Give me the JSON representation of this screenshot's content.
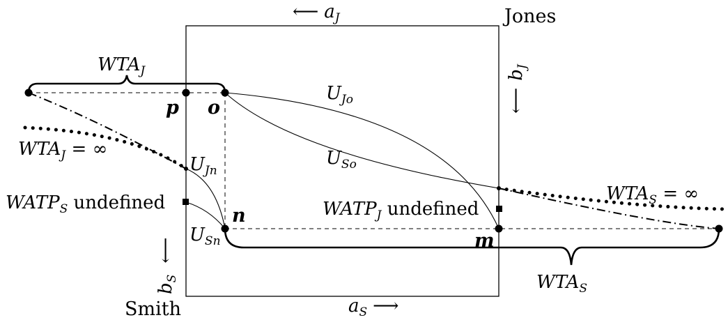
{
  "diagram": {
    "labels": {
      "jones": "Jones",
      "smith": "Smith",
      "a_j_arrow": "⟵",
      "a_j": "a",
      "a_j_sub": "J",
      "a_s": "a",
      "a_s_sub": "S",
      "a_s_arrow": "⟶",
      "b_j_arrow": "⟵",
      "b_j": "b",
      "b_j_sub": "J",
      "b_s_arrow": "⟵",
      "b_s": "b",
      "b_s_sub": "S",
      "wta_j": "WTA",
      "wta_j_sub": "J",
      "wta_s": "WTA",
      "wta_s_sub": "S",
      "wta_j_inf": "WTA",
      "wta_j_inf_sub": "J",
      "wta_j_inf_tail": " = ∞",
      "wta_s_inf": "WTA",
      "wta_s_inf_sub": "S",
      "wta_s_inf_tail": " = ∞",
      "watp_s": "WATP",
      "watp_s_sub": "S",
      "watp_s_tail": " undefined",
      "watp_j": "WATP",
      "watp_j_sub": "J",
      "watp_j_tail": " undefined",
      "u_jo": "U",
      "u_jo_sub": "Jo",
      "u_so": "U",
      "u_so_sub": "So",
      "u_jn": "U",
      "u_jn_sub": "Jn",
      "u_sn": "U",
      "u_sn_sub": "Sn",
      "pt_p": "p",
      "pt_o": "o",
      "pt_n": "n",
      "pt_m": "m"
    },
    "colors": {
      "ink": "#000000",
      "background": "#ffffff"
    }
  }
}
